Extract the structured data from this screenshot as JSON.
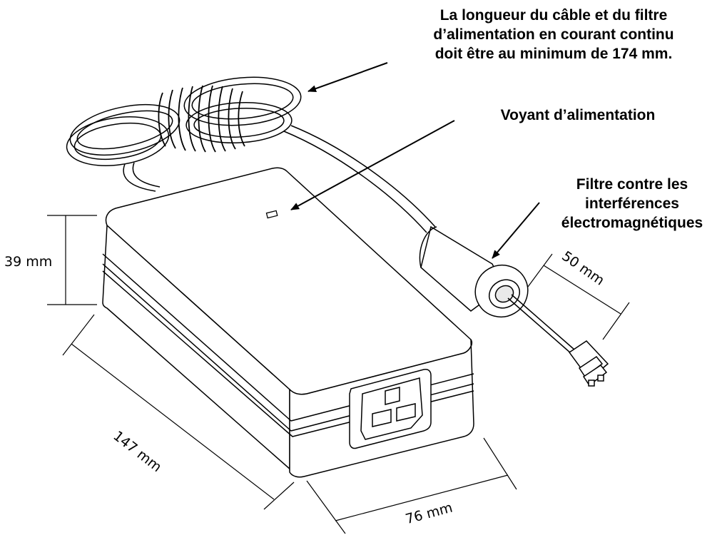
{
  "callouts": {
    "cable_length": {
      "line1": "La longueur du câble et du filtre",
      "line2": "d’alimentation en courant continu",
      "line3": "doit être au minimum de 174 mm."
    },
    "power_led": "Voyant d’alimentation",
    "emi_filter": {
      "line1": "Filtre contre les",
      "line2": "interférences",
      "line3": "électromagnétiques"
    }
  },
  "dimensions": {
    "height": "39 mm",
    "length": "147 mm",
    "width": "76 mm",
    "filter_to_connector": "50 mm"
  }
}
